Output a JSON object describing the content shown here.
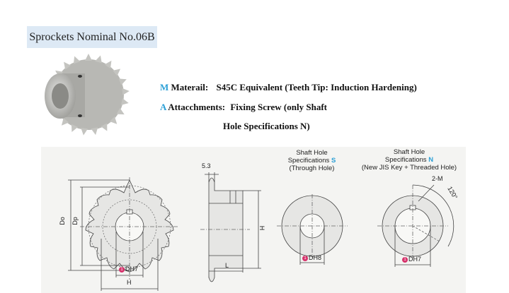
{
  "title": "Sprockets Nominal No.06B",
  "specs": {
    "material": {
      "key": "M",
      "label": "Materail:",
      "value": "S45C Equivalent (Teeth Tip: Induction Hardening)"
    },
    "attachments": {
      "key": "A",
      "label": "Attacchments:",
      "value_line1": "Fixing Screw (only Shaft",
      "value_line2": "Hole Specifications N)"
    }
  },
  "drawing": {
    "front_view": {
      "do_label": "Do",
      "dp_label": "Dp",
      "bore_label": "DH7",
      "badge": "1",
      "hub_label": "H"
    },
    "side_view": {
      "thickness": "5.3",
      "hub_label": "H",
      "length_label": "L"
    },
    "spec_s": {
      "line1": "Shaft Hole",
      "line2": "Specifications",
      "code": "S",
      "line3": "(Through Hole)",
      "bore_label": "DH8",
      "badge": "1"
    },
    "spec_n": {
      "line1": "Shaft Hole",
      "line2": "Specifications",
      "code": "N",
      "line3": "(New JIS Key + Threaded Hole)",
      "screw_label": "2-M",
      "angle_label": "120°",
      "bore_label": "DH7",
      "badge": "1"
    }
  },
  "colors": {
    "title_bg": "#dde9f5",
    "accent": "#2a9fd6",
    "badge": "#d6336c"
  }
}
